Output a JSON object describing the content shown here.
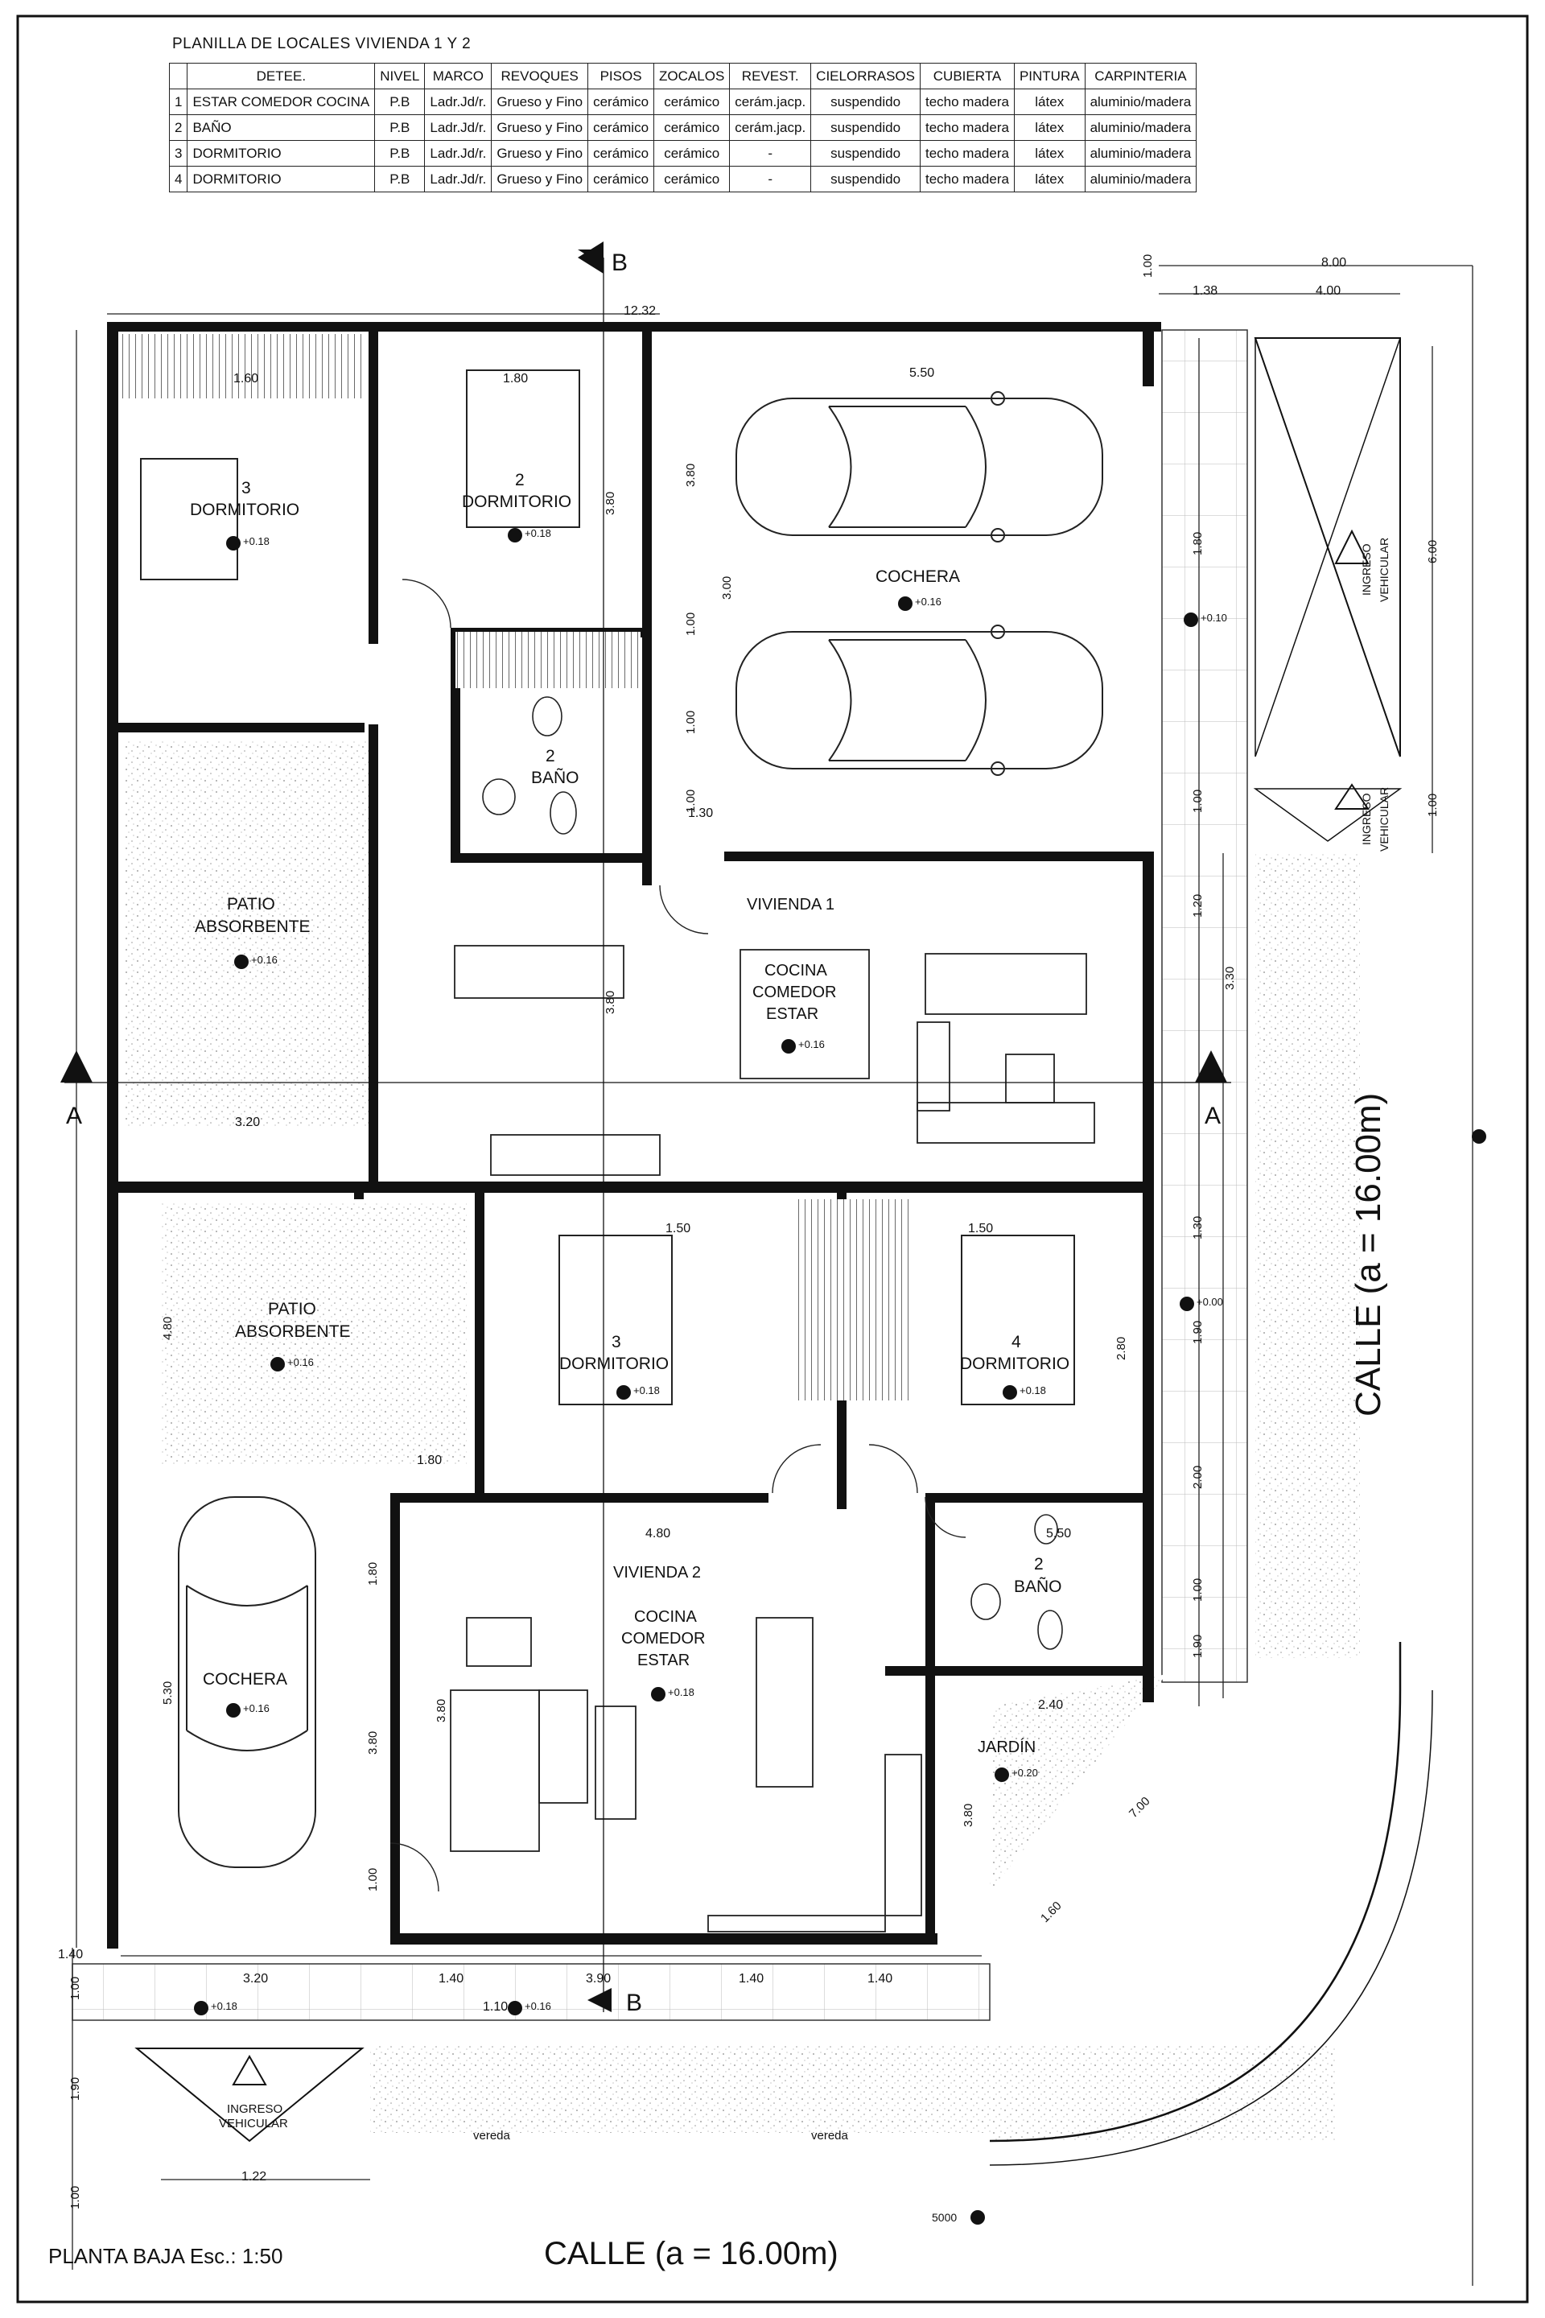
{
  "table": {
    "title": "PLANILLA DE LOCALES VIVIENDA 1 Y 2",
    "headers": [
      "",
      "DETEE.",
      "NIVEL",
      "MARCO",
      "REVOQUES",
      "PISOS",
      "ZOCALOS",
      "REVEST.",
      "CIELORRASOS",
      "CUBIERTA",
      "PINTURA",
      "CARPINTERIA"
    ],
    "rows": [
      [
        "1",
        "ESTAR COMEDOR COCINA",
        "P.B",
        "Ladr.Jd/r.",
        "Grueso y Fino",
        "cerámico",
        "cerámico",
        "cerám.jacp.",
        "suspendido",
        "techo madera",
        "látex",
        "aluminio/madera"
      ],
      [
        "2",
        "BAÑO",
        "P.B",
        "Ladr.Jd/r.",
        "Grueso y Fino",
        "cerámico",
        "cerámico",
        "cerám.jacp.",
        "suspendido",
        "techo madera",
        "látex",
        "aluminio/madera"
      ],
      [
        "3",
        "DORMITORIO",
        "P.B",
        "Ladr.Jd/r.",
        "Grueso y Fino",
        "cerámico",
        "cerámico",
        "-",
        "suspendido",
        "techo madera",
        "látex",
        "aluminio/madera"
      ],
      [
        "4",
        "DORMITORIO",
        "P.B",
        "Ladr.Jd/r.",
        "Grueso y Fino",
        "cerámico",
        "cerámico",
        "-",
        "suspendido",
        "techo madera",
        "látex",
        "aluminio/madera"
      ]
    ]
  },
  "rooms": {
    "v1_dorm3_num": "3",
    "v1_dorm3": "DORMITORIO",
    "v1_dorm2_num": "2",
    "v1_dorm2": "DORMITORIO",
    "v1_cochera": "COCHERA",
    "v1_bano_num": "2",
    "v1_bano": "BAÑO",
    "v1_patio1": "PATIO",
    "v1_patio2": "ABSORBENTE",
    "v1_label": "VIVIENDA 1",
    "v1_cocina1": "COCINA",
    "v1_cocina2": "COMEDOR",
    "v1_cocina3": "ESTAR",
    "v2_patio1": "PATIO",
    "v2_patio2": "ABSORBENTE",
    "v2_dorm3_num": "3",
    "v2_dorm3": "DORMITORIO",
    "v2_dorm4_num": "4",
    "v2_dorm4": "DORMITORIO",
    "v2_label": "VIVIENDA 2",
    "v2_cocina1": "COCINA",
    "v2_cocina2": "COMEDOR",
    "v2_cocina3": "ESTAR",
    "v2_bano_num": "2",
    "v2_bano": "BAÑO",
    "v2_cochera": "COCHERA",
    "jardin": "JARDÍN",
    "ingreso1": "INGRESO",
    "ingreso2": "VEHICULAR",
    "ingreso_v1": "INGRESO",
    "ingreso_v2": "VEHICULAR",
    "ingreso_p1": "INGRESO",
    "ingreso_p2": "VEHICULAR",
    "vereda1": "vereda",
    "vereda2": "vereda"
  },
  "levels": {
    "l016": "+0.16",
    "l018": "+0.18",
    "l020": "+0.20",
    "l010": "+0.10",
    "l000": "+0.00"
  },
  "dims": {
    "d800": "8.00",
    "d138": "1.38",
    "d400": "4.00",
    "d100": "1.00",
    "d1232": "12.32",
    "d160": "1.60",
    "d180": "1.80",
    "d550": "5.50",
    "d380": "3.80",
    "d300": "3.00",
    "d320": "3.20",
    "d130": "1.30",
    "d150": "1.50",
    "d480": "4.80",
    "d530": "5.30",
    "d140": "1.40",
    "d390": "3.90",
    "d190": "1.90",
    "d122": "1.22",
    "d240": "2.40",
    "d600": "6.00",
    "d280": "2.80",
    "d200": "2.00",
    "d330": "3.30",
    "d500": "5000",
    "d700": "7.00",
    "d110": "1.10",
    "d120": "1.20"
  },
  "markers": {
    "a": "A",
    "b": "B"
  },
  "footer": {
    "scale": "PLANTA BAJA Esc.: 1:50",
    "calle_bottom": "CALLE (a = 16.00m)",
    "calle_right": "CALLE  (a = 16.00m)"
  }
}
